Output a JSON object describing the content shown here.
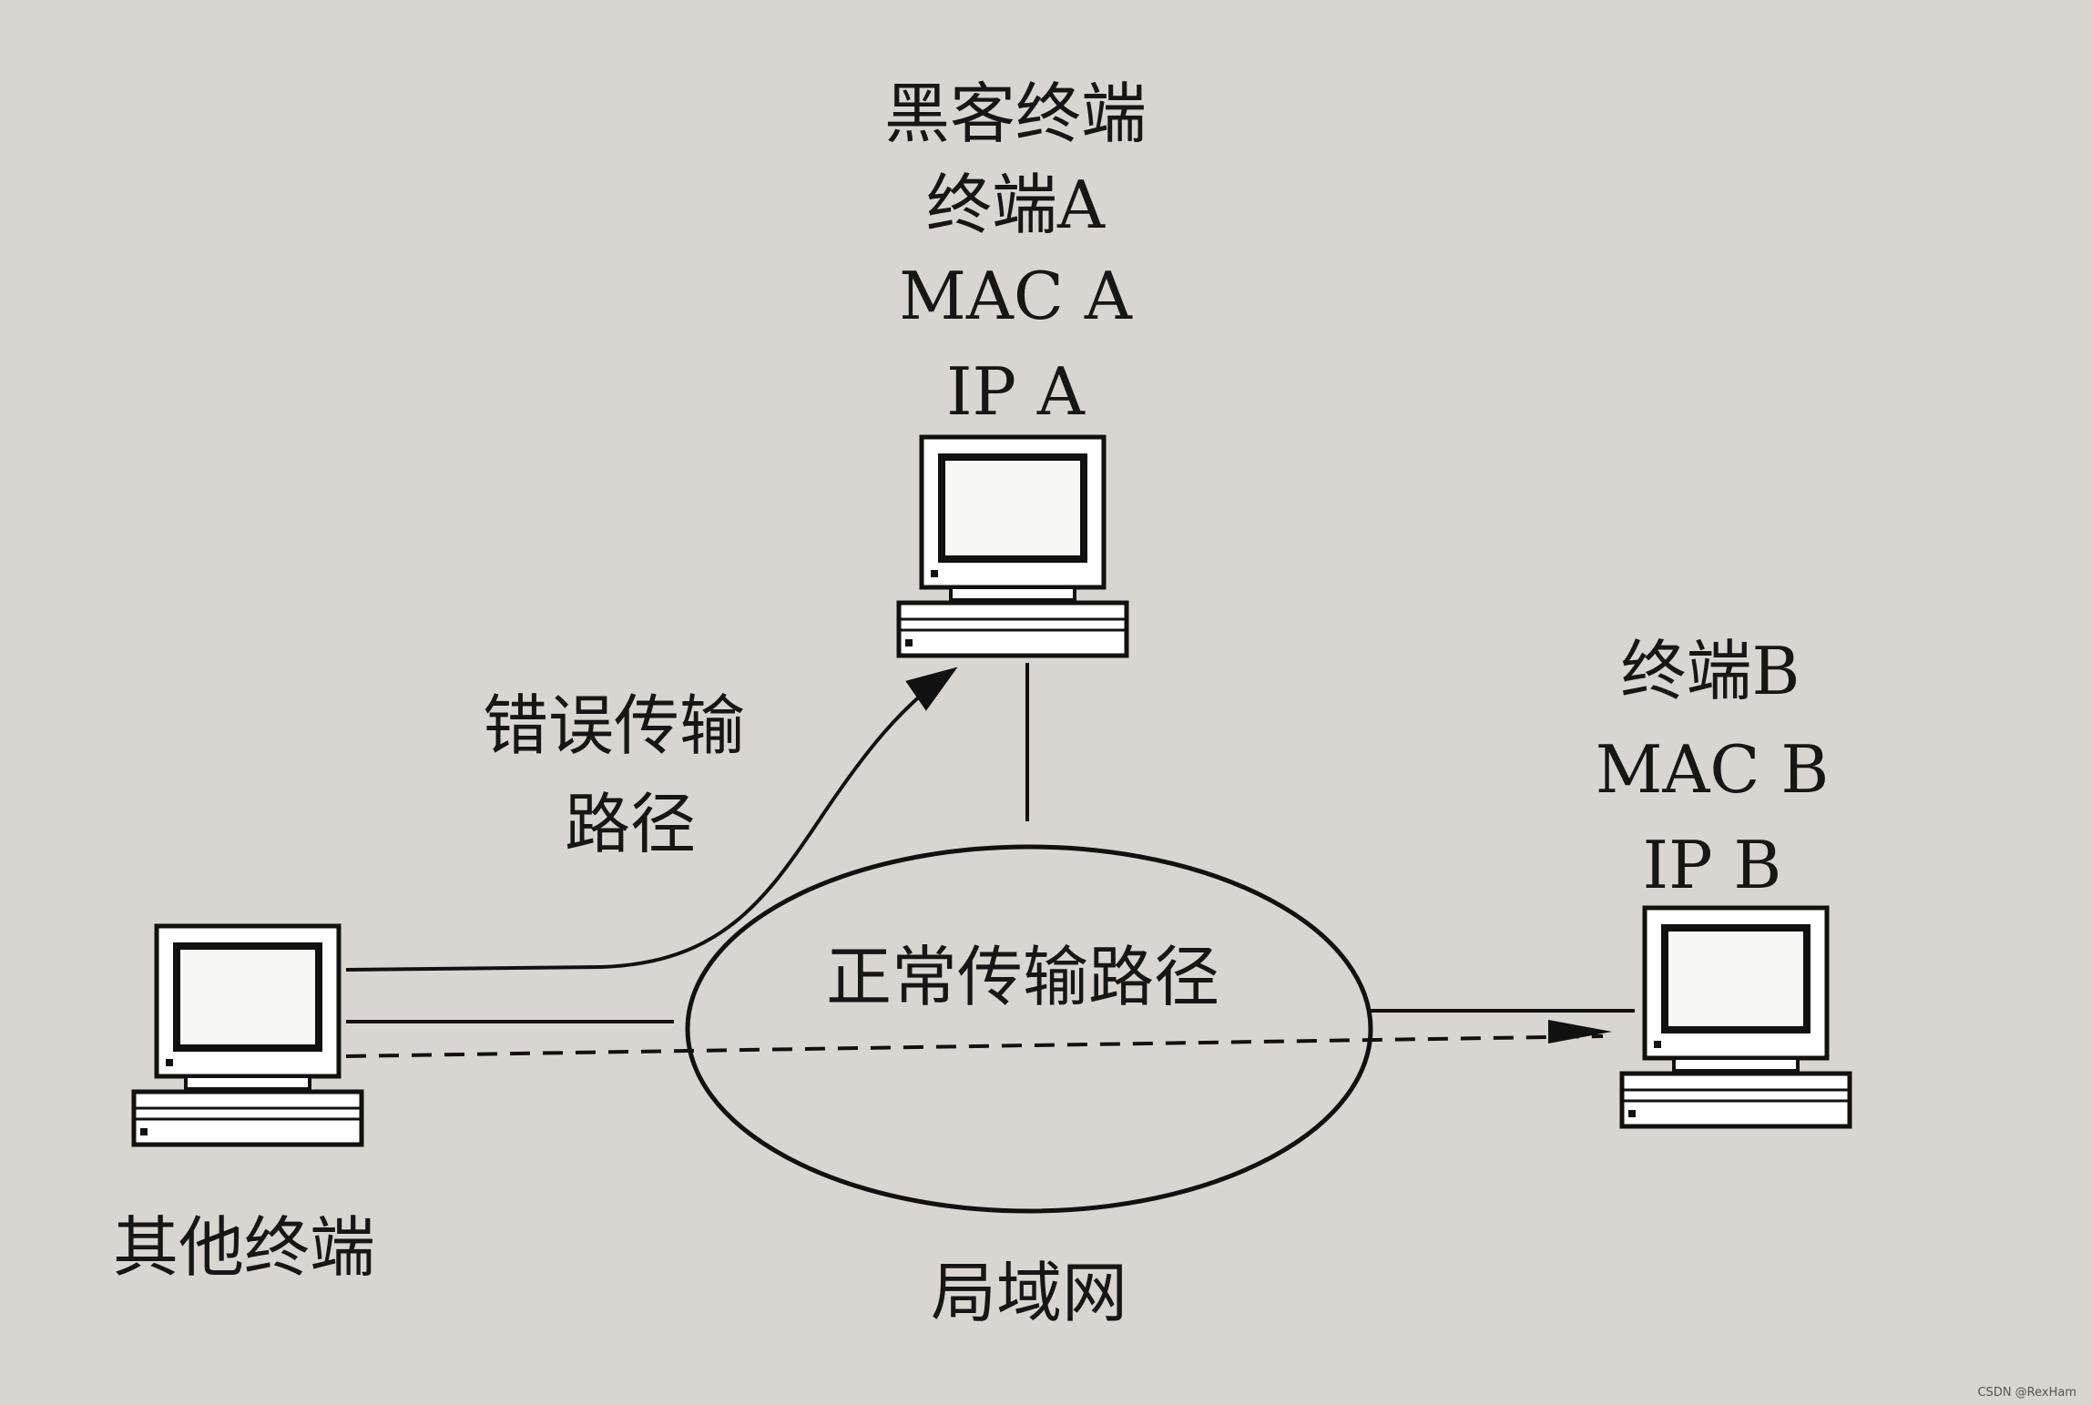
{
  "hacker": {
    "title": "黑客终端",
    "name": "终端A",
    "mac": "MAC A",
    "ip": "IP A"
  },
  "terminal_b": {
    "name": "终端B",
    "mac": "MAC B",
    "ip": "IP B"
  },
  "other": {
    "name": "其他终端"
  },
  "paths": {
    "wrong_line1": "错误传输",
    "wrong_line2": "路径",
    "normal": "正常传输路径"
  },
  "lan_label": "局域网",
  "watermark": "CSDN @RexHam"
}
